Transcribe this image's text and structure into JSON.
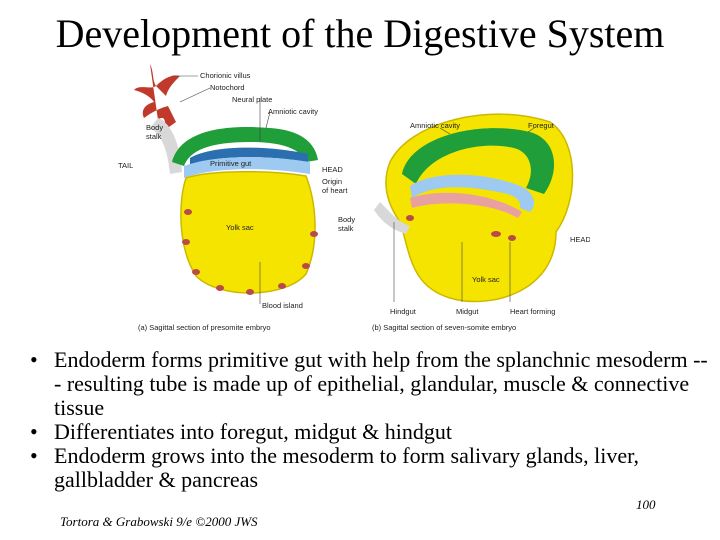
{
  "title": "Development of the Digestive System",
  "figure": {
    "left": {
      "labels": {
        "chorionic_villus": "Chorionic villus",
        "notochord": "Notochord",
        "neural_plate": "Neural plate",
        "amniotic_cavity": "Amniotic cavity",
        "body_stalk_1": "Body",
        "body_stalk_2": "stalk",
        "tail": "TAIL",
        "primitive_gut": "Primitive gut",
        "head": "HEAD",
        "origin_1": "Origin",
        "origin_2": "of heart",
        "yolk_sac": "Yolk sac",
        "blood_island": "Blood island"
      },
      "caption": "(a) Sagittal section of presomite embryo"
    },
    "right": {
      "labels": {
        "amniotic_cavity": "Amniotic cavity",
        "foregut": "Foregut",
        "body_stalk_1": "Body",
        "body_stalk_2": "stalk",
        "head": "HEAD",
        "yolk_sac": "Yolk sac",
        "hindgut": "Hindgut",
        "midgut": "Midgut",
        "heart_forming": "Heart forming"
      },
      "caption": "(b) Sagittal section of seven-somite embryo"
    },
    "colors": {
      "yolk": "#f5e400",
      "amnion": "#1f9e3a",
      "gut": "#9ec9f0",
      "villus": "#c0392b",
      "blood": "#b84a4a"
    }
  },
  "bullets": [
    "Endoderm forms primitive gut with help from the splanchnic mesoderm  --- resulting tube is made up of epithelial, glandular, muscle & connective tissue",
    "Differentiates into foregut, midgut & hindgut",
    "Endoderm grows into the mesoderm to form salivary glands, liver, gallbladder & pancreas"
  ],
  "page_number": "100",
  "credit": "Tortora & Grabowski 9/e ©2000 JWS"
}
